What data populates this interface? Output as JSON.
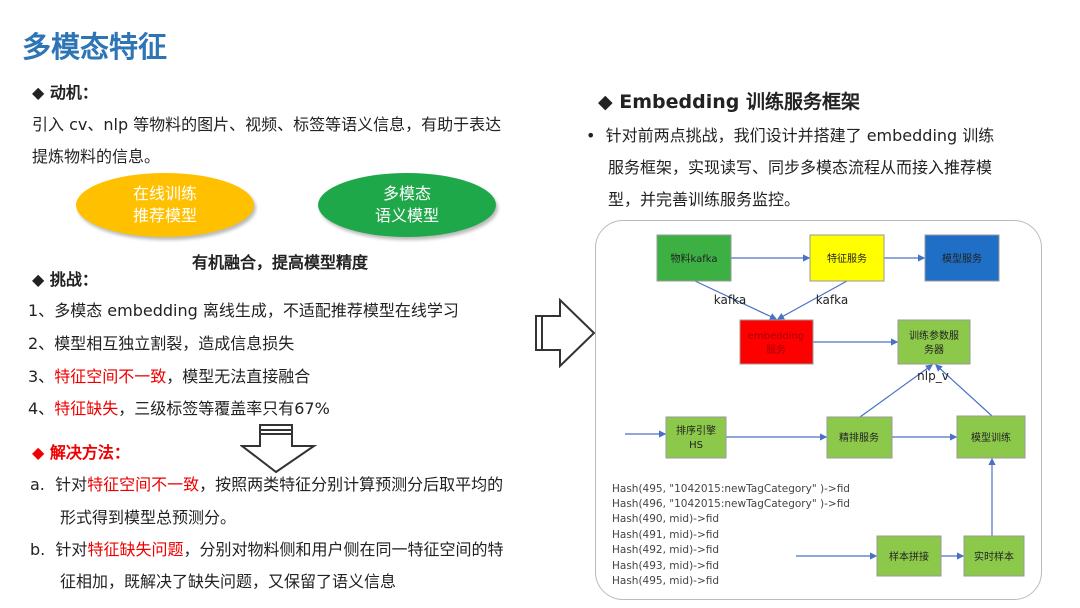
{
  "title": "多模态特征",
  "motivation": {
    "heading": "动机",
    "text1": "引入 cv、nlp 等物料的图片、视频、标签等语义信息，有助于表达",
    "text2": "提炼物料的信息。"
  },
  "ellipses": {
    "left": [
      "在线训练",
      "推荐模型"
    ],
    "right": [
      "多模态",
      "语义模型"
    ],
    "caption": "有机融合，提高模型精度"
  },
  "challenge": {
    "heading": "挑战",
    "items": [
      {
        "num": "1、",
        "red": "",
        "text": "多模态 embedding 离线生成，不适配推荐模型在线学习"
      },
      {
        "num": "2、",
        "red": "",
        "text": "模型相互独立割裂，造成信息损失"
      },
      {
        "num": "3、",
        "red": "特征空间不一致",
        "text": "，模型无法直接融合"
      },
      {
        "num": "4、",
        "red": "特征缺失",
        "text": "，三级标签等覆盖率只有67%"
      }
    ]
  },
  "solution": {
    "heading": "解决方法",
    "items": [
      {
        "num": "a.",
        "pre": "针对",
        "red": "特征空间不一致",
        "text": "，按照两类特征分别计算预测分后取平均的",
        "text2": "形式得到模型总预测分。"
      },
      {
        "num": "b.",
        "pre": "针对",
        "red": "特征缺失问题",
        "text": "，分别对物料侧和用户侧在同一特征空间的特",
        "text2": "征相加，既解决了缺失问题，又保留了语义信息"
      }
    ]
  },
  "framework": {
    "heading": "Embedding 训练服务框架",
    "lines": [
      "针对前两点挑战，我们设计并搭建了 embedding 训练",
      "服务框架，实现读写、同步多模态流程从而接入推荐模",
      "型，并完善训练服务监控。"
    ]
  },
  "diagram": {
    "nodes": {
      "material_kafka": "物料kafka",
      "feature_service": "特征服务",
      "model_service": "模型服务",
      "embedding_service": [
        "embedding",
        "服务"
      ],
      "param_server": [
        "训练参数服",
        "务器"
      ],
      "rank_engine": [
        "排序引擎",
        "HS"
      ],
      "fine_rank": "精排服务",
      "model_train": "模型训练",
      "sample_join": "样本拼接",
      "realtime_sample": "实时样本"
    },
    "edge_labels": {
      "kafka1": "kafka",
      "kafka2": "kafka",
      "nlp": "nlp_v"
    },
    "hash_lines": [
      "Hash(495,   \"1042015:newTagCategory\"  )->fid",
      "Hash(496,   \"1042015:newTagCategory\"  )->fid",
      "Hash(490, mid)->fid",
      "Hash(491, mid)->fid",
      "Hash(492, mid)->fid",
      "Hash(493, mid)->fid",
      "Hash(495, mid)->fid"
    ],
    "colors": {
      "green": "#3cb043",
      "yellow": "#ffff00",
      "blue": "#1f6fc6",
      "red": "#ff0000",
      "light_green": "#8cc94a",
      "arrow": "#4a72c4"
    }
  }
}
